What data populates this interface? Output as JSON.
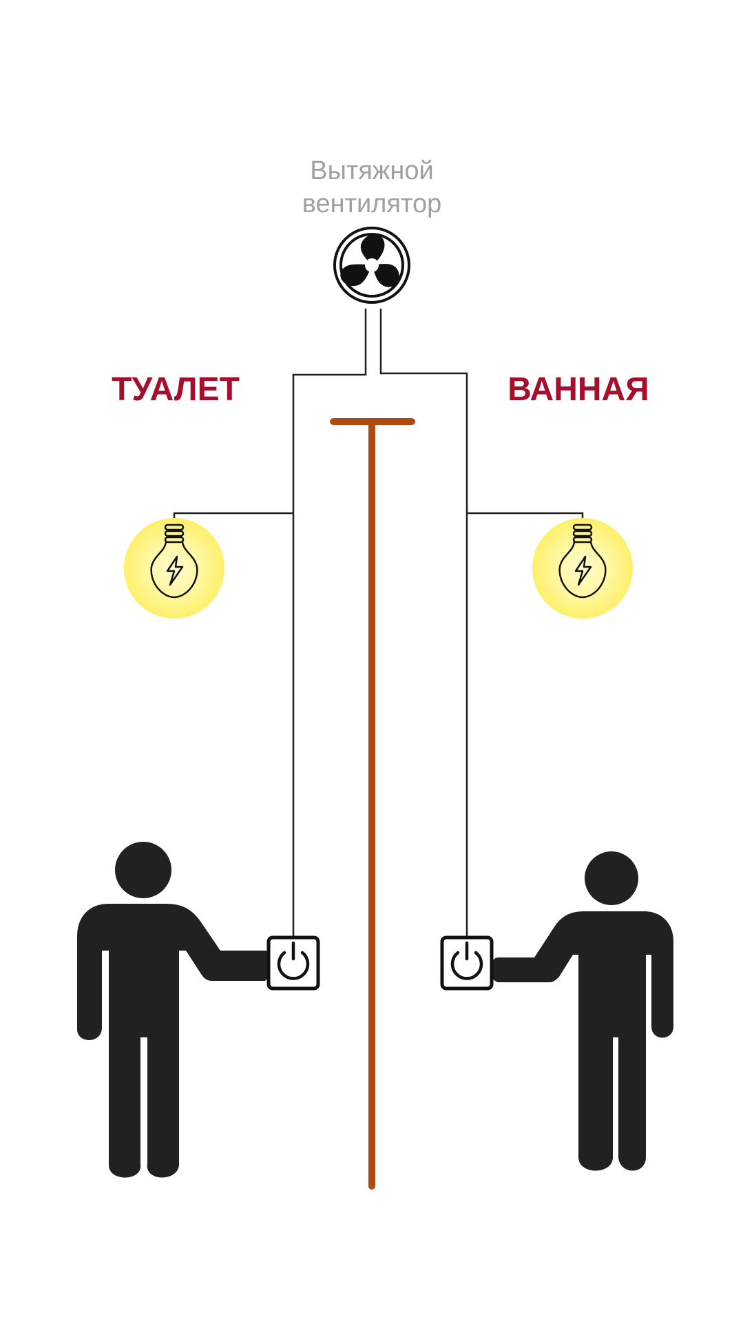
{
  "fan": {
    "label_line1": "Вытяжной",
    "label_line2": "вентилятор",
    "icon": "fan-icon"
  },
  "rooms": {
    "left": {
      "name": "ТУАЛЕТ",
      "lamp_icon": "light-bulb-icon",
      "switch_icon": "power-switch-icon",
      "person_icon": "person-icon"
    },
    "right": {
      "name": "ВАННАЯ",
      "lamp_icon": "light-bulb-icon",
      "switch_icon": "power-switch-icon",
      "person_icon": "person-icon"
    }
  },
  "colors": {
    "room_label": "#a50e2d",
    "fan_label": "#a0a0a0",
    "wall": "#b04a0e",
    "wire": "#1e1e22",
    "person": "#212124",
    "lamp_glow": "#fff44f"
  }
}
